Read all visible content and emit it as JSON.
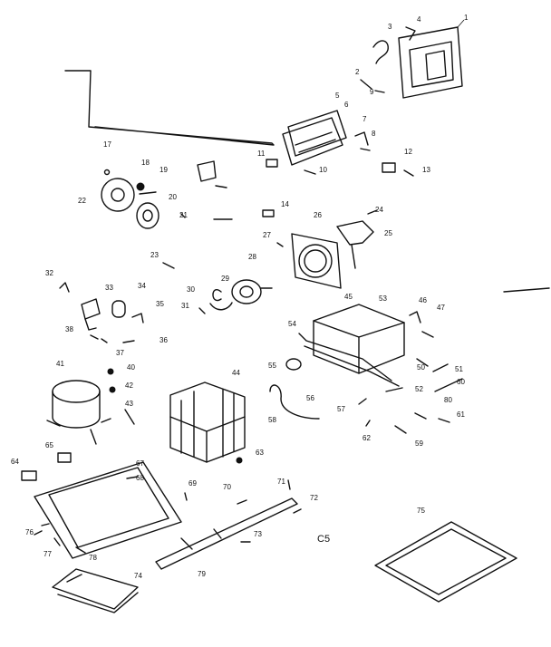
{
  "diagram": {
    "page_label": "C5",
    "callouts": [
      "1",
      "2",
      "3",
      "4",
      "5",
      "6",
      "7",
      "8",
      "9",
      "10",
      "11",
      "12",
      "13",
      "14",
      "17",
      "18",
      "19",
      "20",
      "21",
      "22",
      "23",
      "24",
      "25",
      "26",
      "27",
      "28",
      "29",
      "30",
      "31",
      "32",
      "33",
      "34",
      "35",
      "36",
      "37",
      "38",
      "40",
      "41",
      "42",
      "43",
      "44",
      "45",
      "46",
      "47",
      "50",
      "51",
      "52",
      "53",
      "54",
      "55",
      "56",
      "57",
      "58",
      "59",
      "60",
      "61",
      "62",
      "63",
      "64",
      "65",
      "67",
      "68",
      "69",
      "70",
      "71",
      "72",
      "73",
      "74",
      "75",
      "76",
      "77",
      "78",
      "79",
      "80"
    ]
  }
}
